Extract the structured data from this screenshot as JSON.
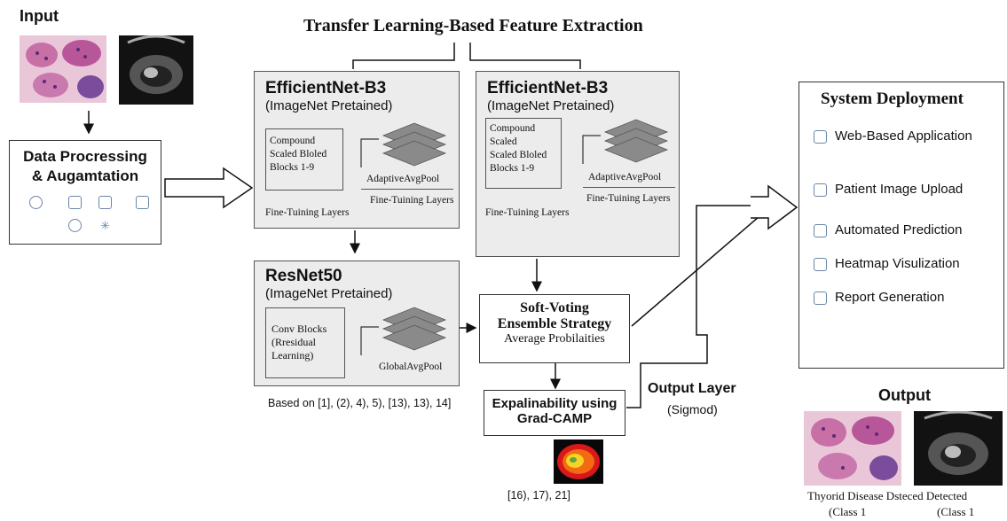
{
  "input": {
    "label": "Input"
  },
  "preprocessing": {
    "line1": "Data Procressing",
    "line2": "& Augamtation"
  },
  "header": {
    "title": "Transfer Learning-Based Feature Extraction"
  },
  "effnet_left": {
    "title": "EfficientNet-B3",
    "subtitle": "(ImageNet Pretained)",
    "block": [
      "Compound",
      "Scaled Bloled",
      "Blocks 1-9"
    ],
    "pool": "AdaptiveAvgPool",
    "ft_inner": "Fine-Tuining Layers",
    "ft_outer": "Fine-Tuining Layers"
  },
  "effnet_right": {
    "title": "EfficientNet-B3",
    "subtitle": "(ImageNet Pretained)",
    "block": [
      "Compound",
      "Scaled",
      "Scaled Bloled",
      "Blocks 1-9"
    ],
    "pool": "AdaptiveAvgPool",
    "ft_inner": "Fine-Tuining Layers",
    "ft_outer": "Fine-Tuining Layers"
  },
  "resnet": {
    "title": "ResNet50",
    "subtitle": "(ImageNet Pretained)",
    "block": [
      "Conv Blocks",
      "(Rresidual",
      "Learning)"
    ],
    "pool": "GlobalAvgPool"
  },
  "refs_resnet": "Based on [1], (2), 4), 5), [13), 13), 14]",
  "ensemble": {
    "line1": "Soft-Voting",
    "line2": "Ensemble Strategy",
    "line3": "Average Probilaities"
  },
  "explain": {
    "line1": "Expalinability using",
    "line2": "Grad-CAMP"
  },
  "refs_gradcam": "[16), 17), 21]",
  "output_layer": {
    "title": "Output Layer",
    "sub": "(Sigmod)"
  },
  "deployment": {
    "title": "System Deployment",
    "items": [
      {
        "label": "Web-Based Application",
        "icon": "user-icon"
      },
      {
        "label": "Patient Image Upload",
        "icon": "mail-icon"
      },
      {
        "label": "Automated Prediction",
        "icon": "window-icon"
      },
      {
        "label": "Heatmap Visulization",
        "icon": "heatmap-icon"
      },
      {
        "label": "Report Generation",
        "icon": "report-icon"
      }
    ]
  },
  "output": {
    "title": "Output",
    "caption_left": "Thyorid Disease Dsteced Detected",
    "class_left": "(Class 1",
    "class_right": "(Class 1"
  }
}
